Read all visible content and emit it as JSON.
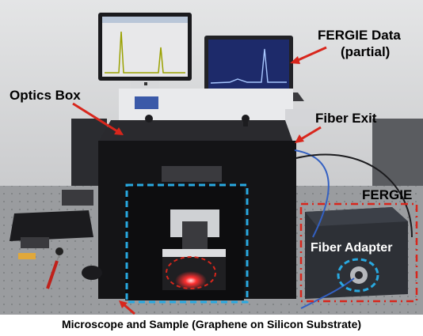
{
  "labels": {
    "fergie_data_line1": "FERGIE Data",
    "fergie_data_line2": "(partial)",
    "optics_box": "Optics Box",
    "fiber_exit": "Fiber Exit",
    "fergie": "FERGIE",
    "fiber_adapter": "Fiber Adapter"
  },
  "caption": "Microscope and Sample (Graphene on Silicon Substrate)",
  "colors": {
    "arrow": "#d8261c",
    "microscope_box": "#29a9e0",
    "fergie_box": "#d8261c",
    "table": "#9a9c9f",
    "instrument": "#141416",
    "laser": "#ff2a2a"
  }
}
